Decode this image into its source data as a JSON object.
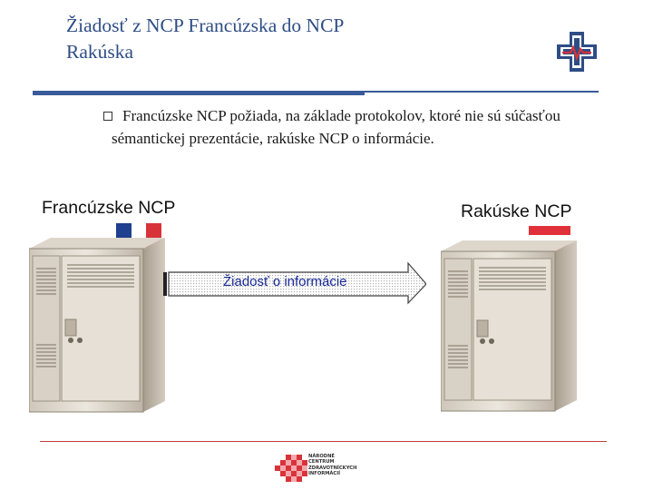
{
  "slide": {
    "title_line1": "Žiadosť z NCP Francúzska do NCP",
    "title_line2": "Rakúska",
    "bullet_line1": "Francúzske NCP požiada, na základe protokolov, ktoré nie sú súčasťou",
    "bullet_line2": "sémantickej prezentácie, rakúske NCP o informácie."
  },
  "diagram": {
    "source_label": "Francúzske NCP",
    "target_label": "Rakúske NCP",
    "request_label": "Žiadosť o informácie"
  },
  "footer_logo": {
    "line1": "NÁRODNÉ",
    "line2": "CENTRUM",
    "line3": "ZDRAVOTNÍCKYCH",
    "line4": "INFORMÁCIÍ"
  },
  "colors": {
    "title": "#2e4d85",
    "rule": "#3a5a9a",
    "arrow_text": "#1a2a9a",
    "france_blue": "#1f3f8f",
    "france_red": "#d9333a",
    "austria_red": "#e0313a",
    "footer_rule": "#c04040"
  },
  "icons": {
    "top_logo": "ncp-cross-logo-icon",
    "source_server": "server-tower-icon",
    "target_server": "server-tower-icon",
    "france_flag": "france-flag-icon",
    "austria_flag": "austria-flag-icon",
    "footer_logo": "nczi-checkered-cross-logo-icon"
  }
}
